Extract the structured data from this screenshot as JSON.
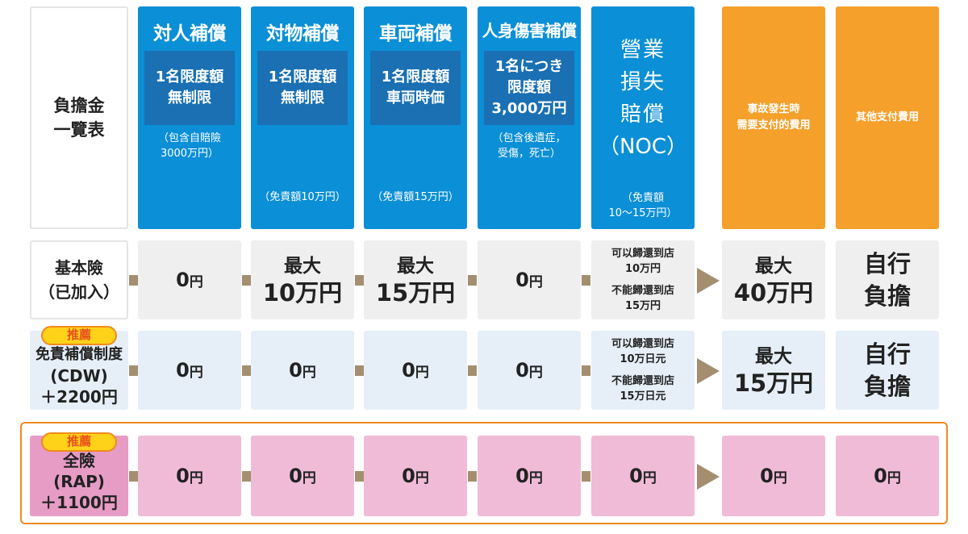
{
  "title_label": {
    "line1": "負擔金",
    "line2": "一覽表"
  },
  "columns": {
    "c1": {
      "title": "対人補償",
      "box1": "1名限度額",
      "box2": "無制限",
      "note1": "（包含自賠險",
      "note2": "3000万円）"
    },
    "c2": {
      "title": "対物補償",
      "box1": "1名限度額",
      "box2": "無制限",
      "note": "（免責額10万円）"
    },
    "c3": {
      "title": "車両補償",
      "box1": "1名限度額",
      "box2": "車両時価",
      "note": "（免責額15万円）"
    },
    "c4": {
      "title": "人身傷害補償",
      "box1": "1名につき",
      "box2": "限度額",
      "box3": "3,000万円",
      "note1": "（包含後遺症，",
      "note2": "受傷，死亡）"
    },
    "c5": {
      "t1": "營業",
      "t2": "損失",
      "t3": "賠償",
      "t4": "（NOC）",
      "note1": "（免責額",
      "note2": "10～15万円）"
    },
    "c6": {
      "l1": "事故發生時",
      "l2": "需要支付的費用"
    },
    "c7": {
      "l1": "其他支付費用"
    }
  },
  "rows": {
    "basic": {
      "label1": "基本險",
      "label2": "（已加入）",
      "v1": "0",
      "v4": "0",
      "yen": "円",
      "max": "最大",
      "v2": "10万円",
      "v3": "15万円",
      "noc_a1": "可以歸還到店",
      "noc_a2": "10万円",
      "noc_b1": "不能歸還到店",
      "noc_b2": "15万円",
      "total_max": "最大",
      "total": "40万円",
      "other1": "自行",
      "other2": "負擔"
    },
    "cdw": {
      "badge": "推薦",
      "label1": "免責補償制度",
      "label2": "(CDW)",
      "label3": "＋2200円",
      "v": "0",
      "yen": "円",
      "noc_a1": "可以歸還到店",
      "noc_a2": "10万日元",
      "noc_b1": "不能歸還到店",
      "noc_b2": "15万日元",
      "total_max": "最大",
      "total": "15万円",
      "other1": "自行",
      "other2": "負擔"
    },
    "rap": {
      "badge": "推薦",
      "label1": "全險",
      "label2": "(RAP)",
      "label3": "＋1100円",
      "v": "0",
      "yen": "円"
    }
  },
  "colors": {
    "blue": "#0b8fd6",
    "dark_blue": "#1a70b3",
    "orange": "#f5a02b",
    "pink": "#f0bbd7",
    "connector": "#a38f70",
    "frame": "#f08a1d"
  }
}
